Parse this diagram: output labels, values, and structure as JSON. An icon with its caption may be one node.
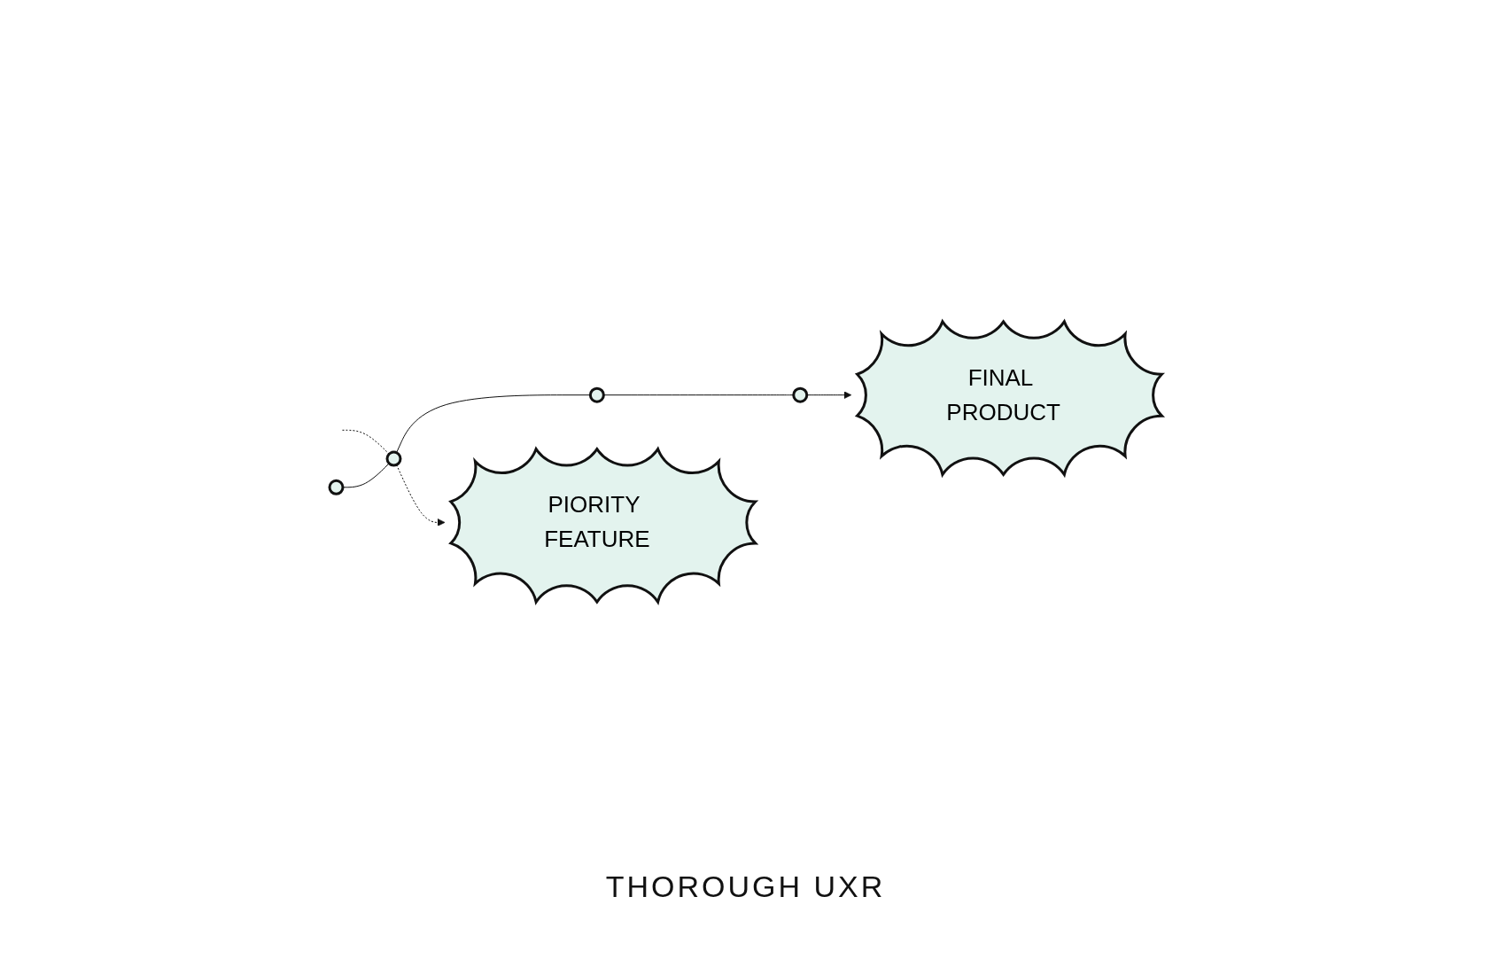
{
  "diagram": {
    "nodes": [
      {
        "text": [],
        "shape": "circle"
      },
      {
        "text": [],
        "shape": "circle"
      },
      {
        "text": [],
        "shape": "circle"
      },
      {
        "text": [],
        "shape": "circle"
      },
      {
        "text": [
          "PIORITY FEATURE"
        ]
      },
      {
        "text": [
          "FINAL PRODUCT"
        ]
      }
    ],
    "edges": [
      {
        "from": null,
        "to": 1,
        "arrow": "none",
        "style": "dashed"
      },
      {
        "from": 0,
        "to": 1,
        "arrow": "none"
      },
      {
        "from": 1,
        "to": 2,
        "arrow": "none"
      },
      {
        "from": 2,
        "to": 3,
        "arrow": "none"
      },
      {
        "from": 3,
        "to": 5,
        "arrow": "to"
      },
      {
        "from": 1,
        "to": 4,
        "arrow": "to",
        "style": "dashed"
      }
    ],
    "labels": [
      "THOROUGH UXR"
    ]
  }
}
